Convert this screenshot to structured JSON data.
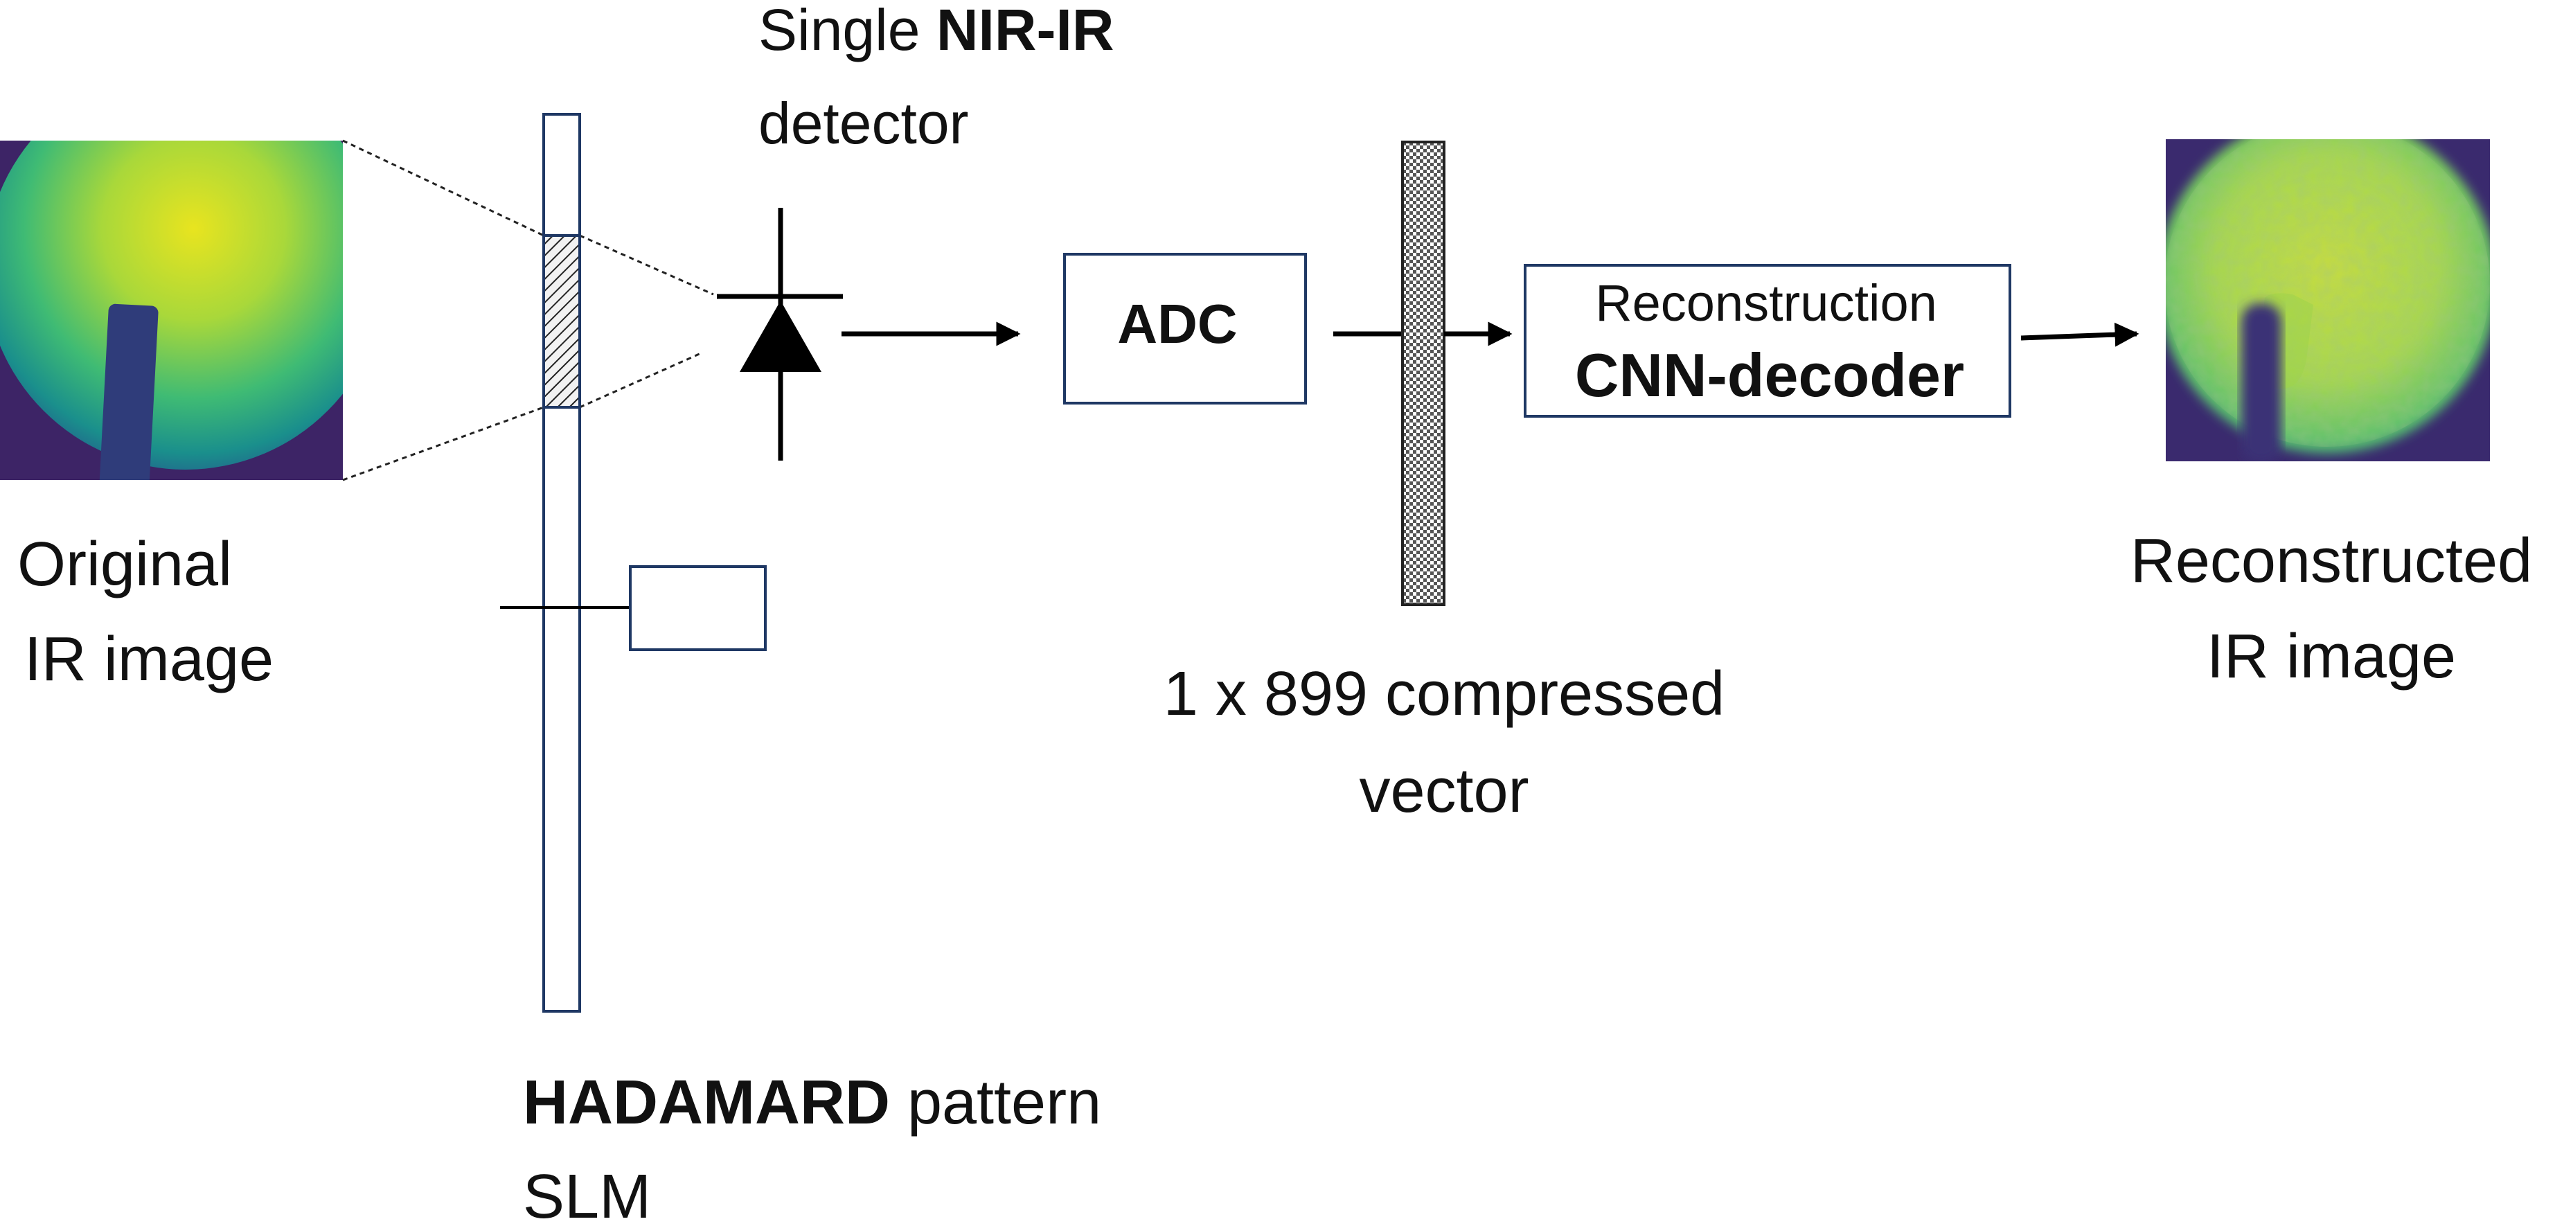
{
  "detector": {
    "line1_prefix": "Single",
    "line1_bold": "NIR-IR",
    "line2": "detector"
  },
  "original": {
    "line1": "Original",
    "line2": "IR image"
  },
  "adc": {
    "label": "ADC"
  },
  "decoder": {
    "line1": "Reconstruction",
    "line2": "CNN-decoder"
  },
  "vector": {
    "line1": "1 x 899 compressed",
    "line2": "vector"
  },
  "reconstructed": {
    "line1": "Reconstructed",
    "line2": "IR image"
  },
  "slm": {
    "line1_bold": "HADAMARD",
    "line1_rest": " pattern",
    "line2": "SLM"
  },
  "colors": {
    "box_stroke": "#1f3864",
    "image_dark": "#3b1f63",
    "image_mid": "#1f9e89",
    "image_bright": "#e6e21a"
  },
  "icons": [
    "photodiode-icon",
    "arrow-icon"
  ]
}
